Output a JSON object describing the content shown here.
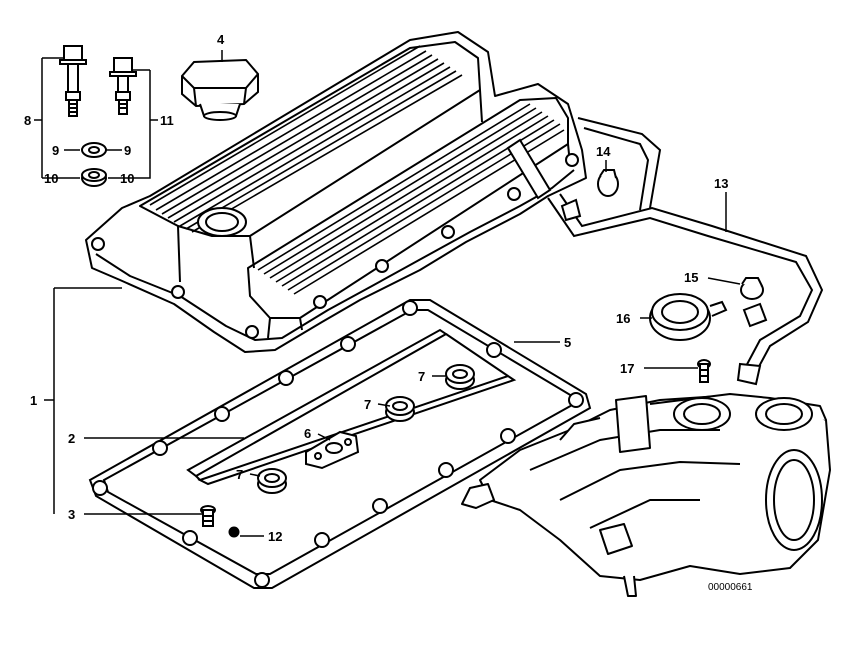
{
  "diagram": {
    "callouts": {
      "c1": "1",
      "c2": "2",
      "c3": "3",
      "c4": "4",
      "c5": "5",
      "c6": "6",
      "c7a": "7",
      "c7b": "7",
      "c7c": "7",
      "c8": "8",
      "c9a": "9",
      "c9b": "9",
      "c10a": "10",
      "c10b": "10",
      "c11": "11",
      "c12": "12",
      "c13": "13",
      "c14": "14",
      "c15": "15",
      "c16": "16",
      "c17": "17"
    },
    "drawing_code": "00000661"
  }
}
